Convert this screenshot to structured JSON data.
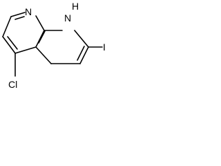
{
  "molecule": {
    "atoms": {
      "n7": "N",
      "n1h": "H",
      "n1": "N",
      "iodine": "I",
      "chlorine": "Cl"
    },
    "colors": {
      "bond": "#000000",
      "label": "#000000",
      "background": "#ffffff"
    }
  }
}
